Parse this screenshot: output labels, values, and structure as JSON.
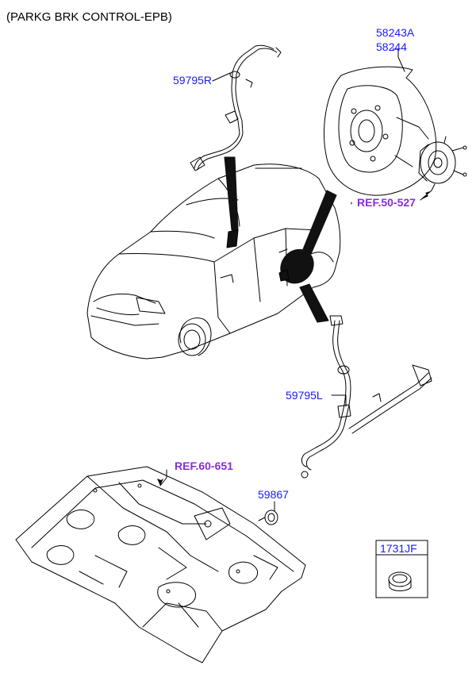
{
  "title": "(PARKG BRK CONTROL-EPB)",
  "labels": {
    "p58243a": "58243A",
    "p58244": "58244",
    "p59795r": "59795R",
    "ref50527": "REF.50-527",
    "p59795l": "59795L",
    "ref60651": "REF.60-651",
    "p59867": "59867",
    "p1731jf": "1731JF"
  },
  "colors": {
    "part_number": "#1a1aff",
    "reference": "#8a2be2",
    "line": "#000000"
  }
}
